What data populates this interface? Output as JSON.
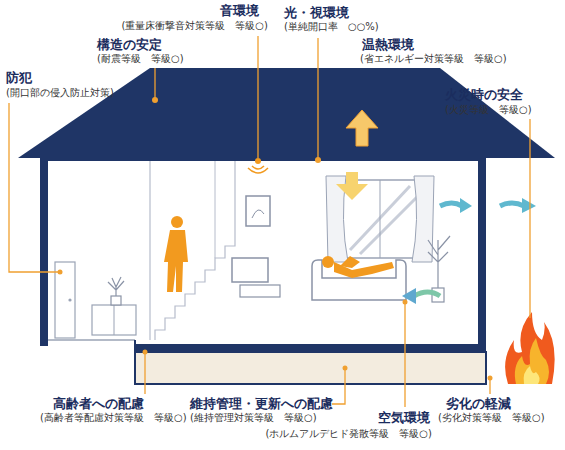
{
  "diagram": {
    "labels": [
      "音環境",
      "(重量床衝撃音対策等級　等級○)",
      "光・視環境",
      "(単純開口率　○○%)",
      "構造の安定",
      "(耐震等級　等級○)",
      "温熱環境",
      "(省エネルギー対策等級　等級○)",
      "防犯",
      "(開口部の侵入防止対策)",
      "火災時の安全",
      "(火災等級　等級○)",
      "高齢者への配慮",
      "(高齢者等配慮対策等級　等級○)",
      "維持管理・更新への配慮",
      "(維持管理対策等級　等級○)",
      "空気環境",
      "(ホルムアルデヒド発散等級　等級○)",
      "劣化の軽減",
      "(劣化対策等級　等級○)"
    ]
  }
}
